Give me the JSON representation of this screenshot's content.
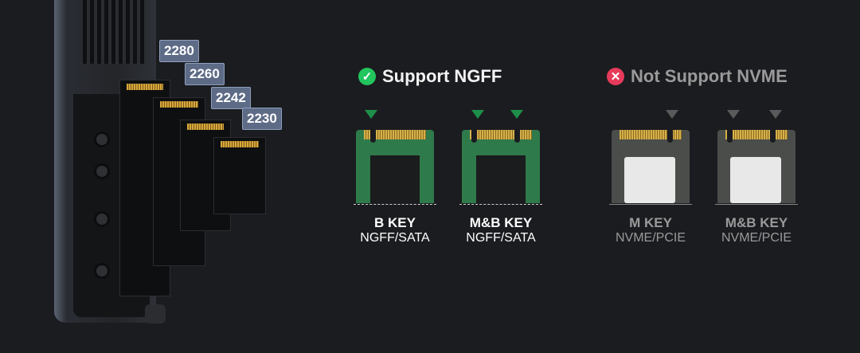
{
  "sizes": [
    "2280",
    "2260",
    "2242",
    "2230"
  ],
  "support": {
    "title": "Support NGFF",
    "icon": "check-icon",
    "color": "#22c55e",
    "cards": [
      {
        "key": "B KEY",
        "sub": "NGFF/SATA"
      },
      {
        "key": "M&B KEY",
        "sub": "NGFF/SATA"
      }
    ]
  },
  "unsupport": {
    "title": "Not Support NVME",
    "icon": "x-icon",
    "color": "#e63a5a",
    "cards": [
      {
        "key": "M KEY",
        "sub": "NVME/PCIE"
      },
      {
        "key": "M&B KEY",
        "sub": "NVME/PCIE"
      }
    ]
  }
}
